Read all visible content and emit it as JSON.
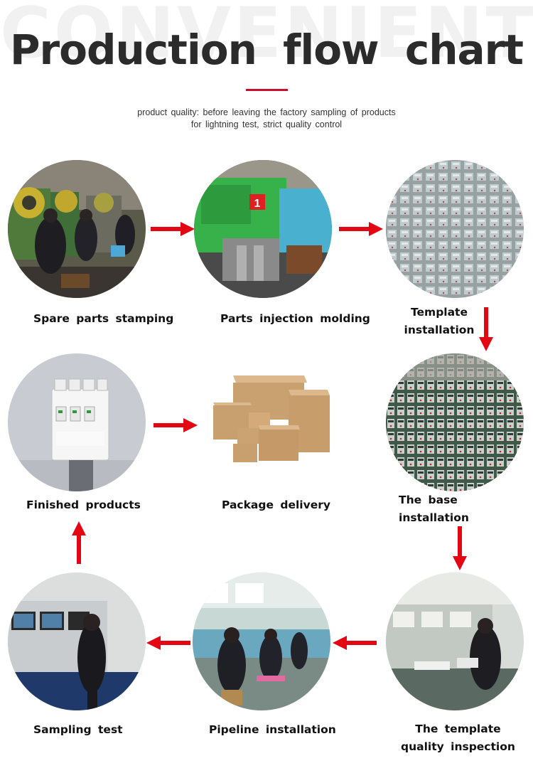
{
  "header": {
    "watermark": "CONVENIENT",
    "title": "Production flow chart",
    "subtitle_line1": "product quality: before leaving the factory sampling of products",
    "subtitle_line2": "for lightning test, strict quality control"
  },
  "colors": {
    "accent": "#e30613",
    "title": "#2b2b2b"
  },
  "steps": [
    {
      "label_line1": "Spare parts stamping",
      "label_line2": "",
      "image": "stamping-photo"
    },
    {
      "label_line1": "Parts injection molding",
      "label_line2": "",
      "image": "injection-machine-photo"
    },
    {
      "label_line1": "Template",
      "label_line2": "installation",
      "image": "template-tray-photo"
    },
    {
      "label_line1": "The base",
      "label_line2": "installation",
      "image": "base-assembly-photo"
    },
    {
      "label_line1": "The template",
      "label_line2": "quality inspection",
      "image": "inspection-photo"
    },
    {
      "label_line1": "Pipeline installation",
      "label_line2": "",
      "image": "pipeline-workers-photo"
    },
    {
      "label_line1": "Sampling test",
      "label_line2": "",
      "image": "sampling-test-photo"
    },
    {
      "label_line1": "Finished products",
      "label_line2": "",
      "image": "surge-protector-photo"
    },
    {
      "label_line1": "Package delivery",
      "label_line2": "",
      "image": "cardboard-boxes-photo"
    }
  ]
}
